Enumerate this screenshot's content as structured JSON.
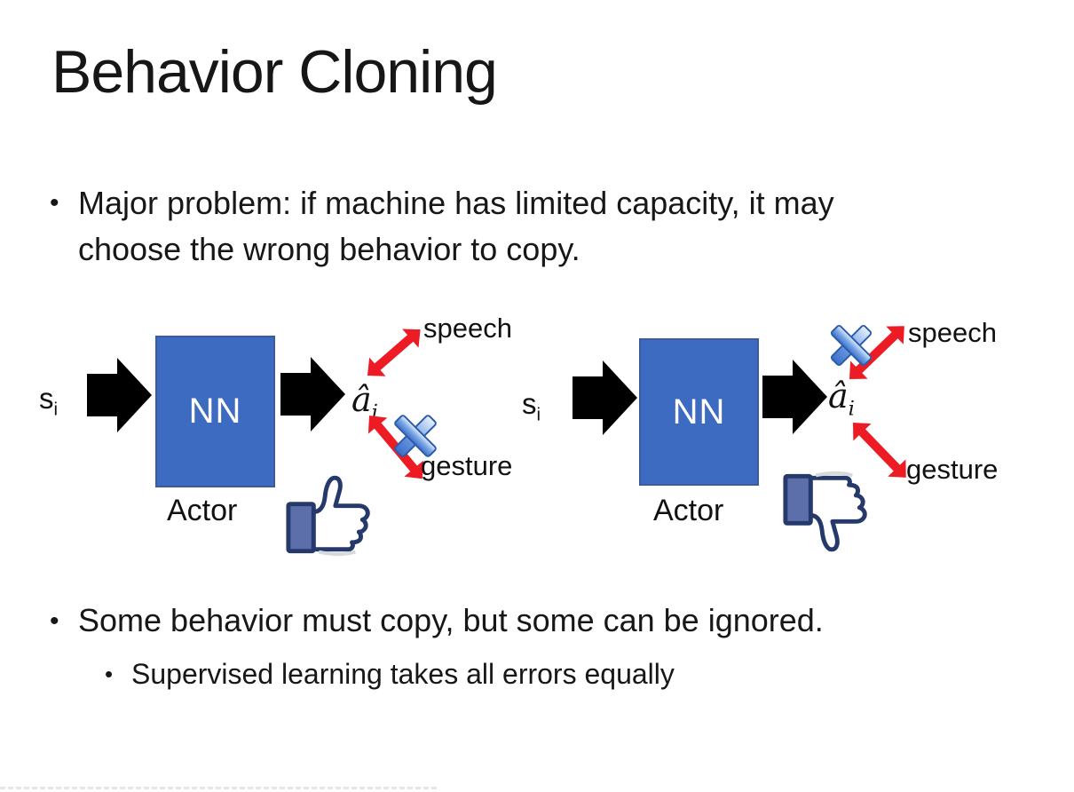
{
  "slide": {
    "title": "Behavior Cloning",
    "bullet_glyph": "•",
    "bullets": {
      "major_problem": "Major problem: if machine has limited capacity, it may choose the wrong behavior to copy.",
      "some_behavior": "Some behavior must copy, but some can be ignored.",
      "supervised": "Supervised learning takes all errors equally"
    }
  },
  "diagram_left": {
    "input": {
      "base": "s",
      "sub": "i"
    },
    "nn_label": "NN",
    "actor_label": "Actor",
    "output": {
      "base": "â",
      "sub": "i"
    },
    "speech_label": "speech",
    "gesture_label": "gesture",
    "crossed_out_action": "gesture",
    "feedback_icon": "thumbs-up"
  },
  "diagram_right": {
    "input": {
      "base": "s",
      "sub": "i"
    },
    "nn_label": "NN",
    "actor_label": "Actor",
    "output": {
      "base": "â",
      "sub": "i"
    },
    "speech_label": "speech",
    "gesture_label": "gesture",
    "crossed_out_action": "speech",
    "feedback_icon": "thumbs-down"
  },
  "colors": {
    "nn_box_fill": "#3E6BC2",
    "nn_box_border": "#3A5C9B",
    "black_arrow": "#000000",
    "red_arrow": "#ED1C24",
    "cross_blue": "#4179CF",
    "hand_outline": "#26396B",
    "hand_cuff_fill": "#5D6FAB",
    "text": "#171717"
  }
}
